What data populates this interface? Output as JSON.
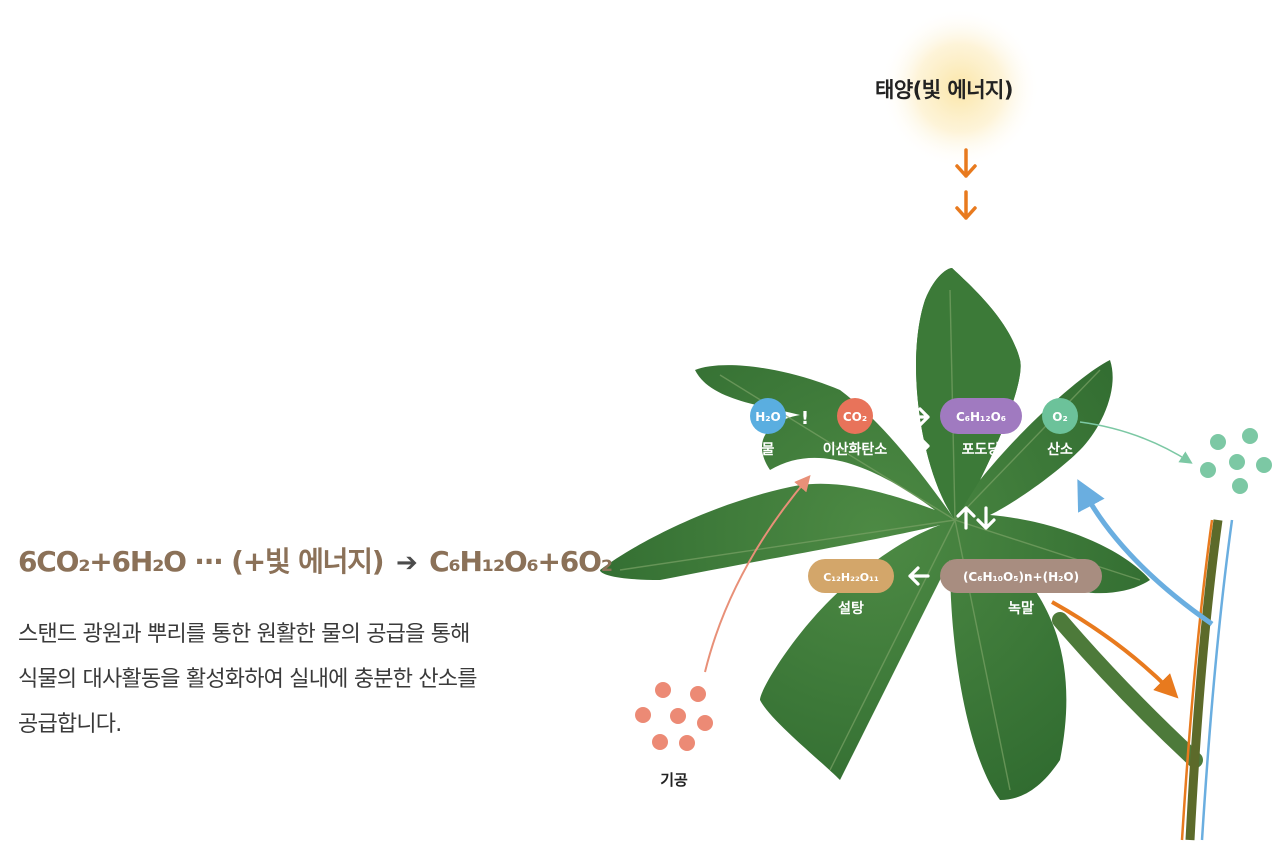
{
  "formula": {
    "lhs": "6CO₂+6H₂O ··· (+빛 에너지)",
    "arrow": "➔",
    "rhs": "C₆H₁₂O₆+6O₂"
  },
  "description": {
    "line1": "스탠드 광원과 뿌리를 통한 원활한 물의 공급을 통해",
    "line2": "식물의 대사활동을 활성화하여 실내에 충분한 산소를",
    "line3": "공급합니다."
  },
  "sun": {
    "label": "태양(빛 에너지)"
  },
  "stomata": {
    "label": "기공"
  },
  "molecules": {
    "water": {
      "formula": "H₂O",
      "name": "물"
    },
    "co2": {
      "formula": "CO₂",
      "name": "이산화탄소"
    },
    "glucose": {
      "formula": "C₆H₁₂O₆",
      "name": "포도당"
    },
    "oxygen": {
      "formula": "O₂",
      "name": "산소"
    },
    "sucrose": {
      "formula": "C₁₂H₂₂O₁₁",
      "name": "설탕"
    },
    "starch": {
      "formula": "(C₆H₁₀O₅)n+(H₂O)",
      "name": "녹말"
    }
  },
  "separator": "!",
  "colors": {
    "water": "#5aaee0",
    "co2": "#e8735a",
    "glucose": "#a07ac0",
    "oxygen": "#6cc29a",
    "sucrose": "#d3a66a",
    "starch": "#a88d80",
    "sun_arrow": "#e87a1e",
    "leaf": "#3f7a3a",
    "blue_arrow": "#6aaee0",
    "formula_text": "#8b7158"
  }
}
